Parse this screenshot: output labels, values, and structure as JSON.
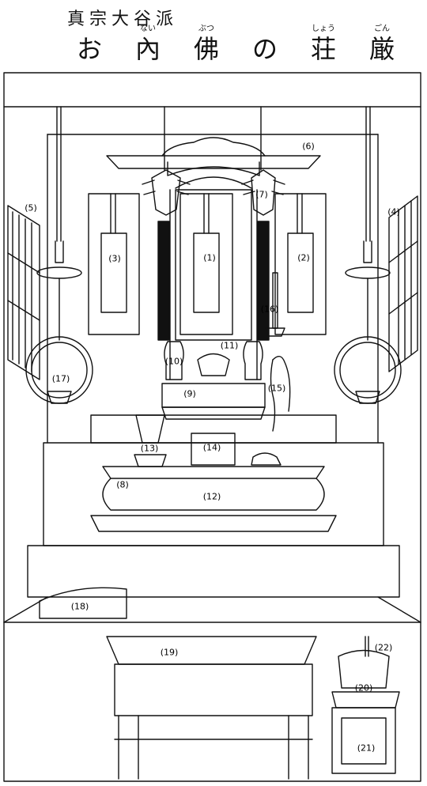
{
  "header": {
    "title_top": "真宗大谷派",
    "title_chars": [
      {
        "char": "お",
        "ruby": ""
      },
      {
        "char": "內",
        "ruby": "ない"
      },
      {
        "char": "佛",
        "ruby": "ぶつ"
      },
      {
        "char": "の",
        "ruby": ""
      },
      {
        "char": "荘",
        "ruby": "しょう"
      },
      {
        "char": "厳",
        "ruby": "ごん"
      }
    ]
  },
  "callouts": [
    "(1)",
    "(2)",
    "(3)",
    "(4)",
    "(5)",
    "(6)",
    "(7)",
    "(8)",
    "(9)",
    "(10)",
    "(11)",
    "(12)",
    "(13)",
    "(14)",
    "(15)",
    "(16)",
    "(17)",
    "(18)",
    "(19)",
    "(20)",
    "(21)",
    "(22)"
  ]
}
